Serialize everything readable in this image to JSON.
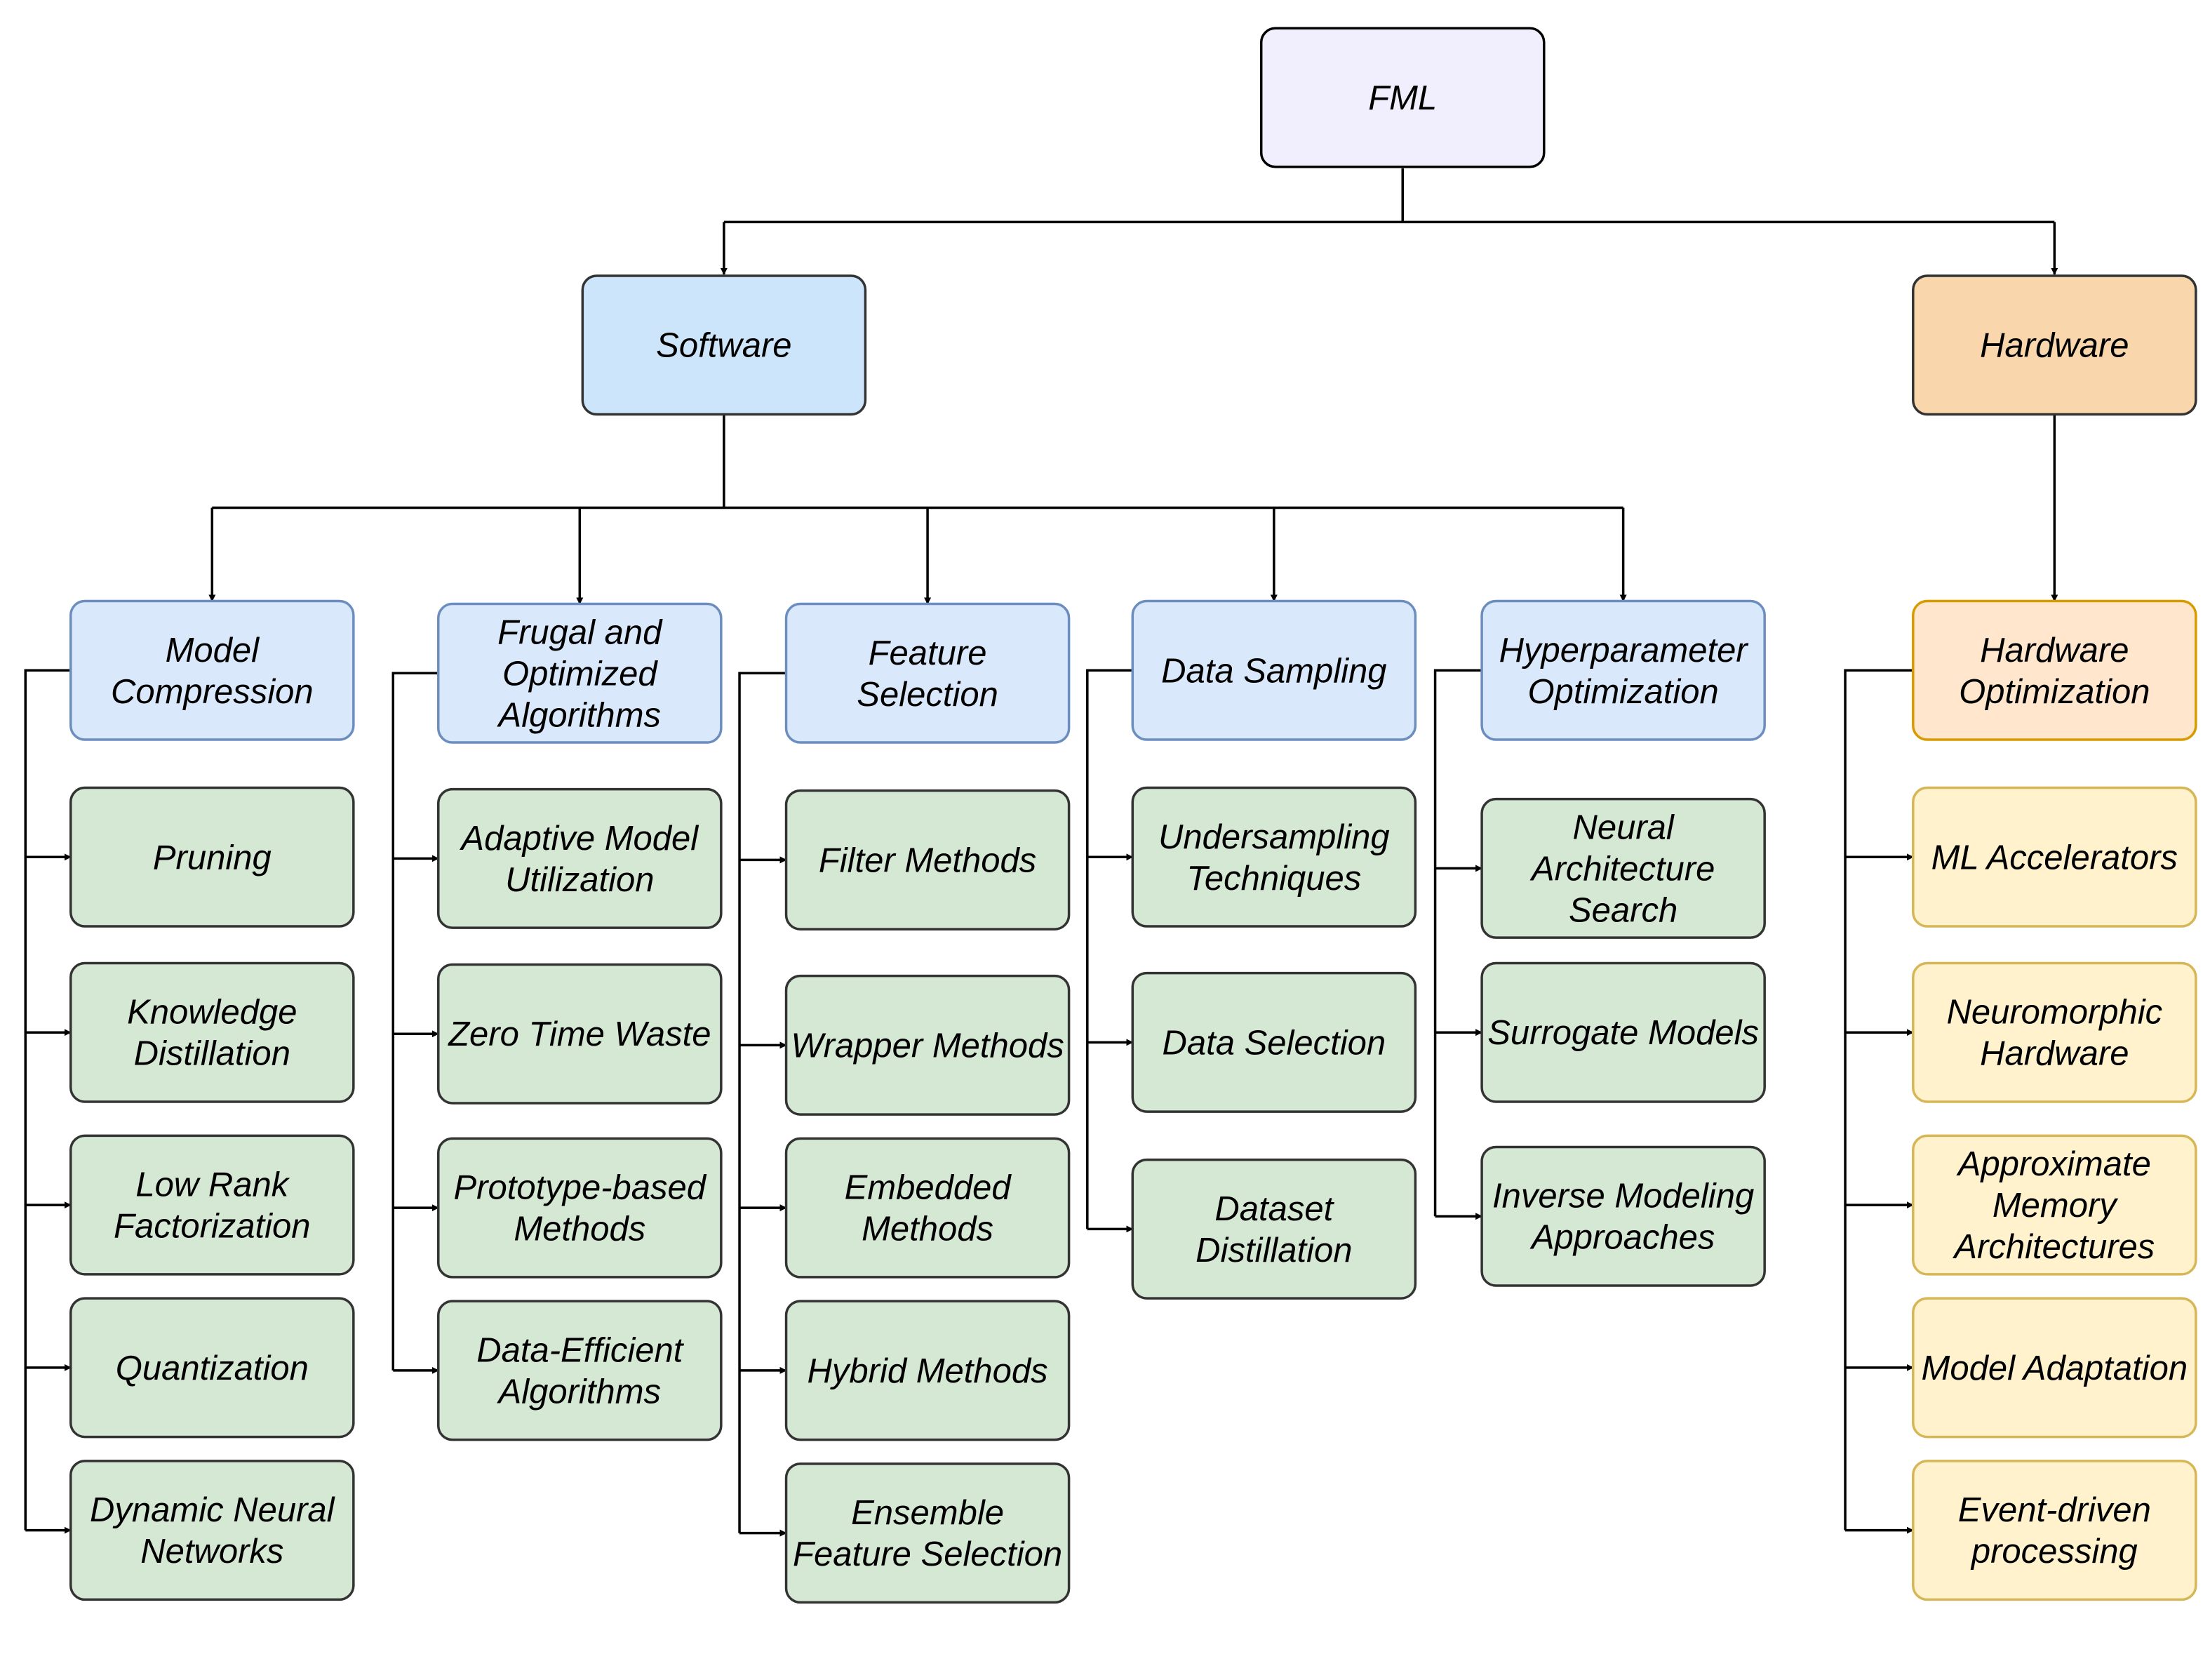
{
  "colors": {
    "root_fill": "#f1effd",
    "software_fill": "#cce5fb",
    "hardware_fill": "#f9d6ab",
    "category_sw_fill": "#dae8fc",
    "category_sw_stroke": "#6c8ebf",
    "category_hw_fill": "#ffe6cc",
    "category_hw_stroke": "#d79b00",
    "leaf_sw_fill": "#d5e8d4",
    "leaf_hw_fill": "#fff2cc",
    "leaf_hw_stroke": "#d6b656",
    "dark_stroke": "#333333"
  },
  "root": {
    "label": "FML"
  },
  "branches": {
    "software": {
      "label": "Software"
    },
    "hardware": {
      "label": "Hardware"
    }
  },
  "categories": [
    {
      "label": "Model\nCompression",
      "items": [
        "Pruning",
        "Knowledge\nDistillation",
        "Low Rank\nFactorization",
        "Quantization",
        "Dynamic Neural\nNetworks"
      ]
    },
    {
      "label": "Frugal and\nOptimized\nAlgorithms",
      "items": [
        "Adaptive Model\nUtilization",
        "Zero Time Waste",
        "Prototype-based\nMethods",
        "Data-Efficient\nAlgorithms"
      ]
    },
    {
      "label": "Feature\nSelection",
      "items": [
        "Filter Methods",
        "Wrapper Methods",
        "Embedded\nMethods",
        "Hybrid Methods",
        "Ensemble\nFeature Selection"
      ]
    },
    {
      "label": "Data Sampling",
      "items": [
        "Undersampling\nTechniques",
        "Data Selection",
        "Dataset\nDistillation"
      ]
    },
    {
      "label": "Hyperparameter\nOptimization",
      "items": [
        "Neural\nArchitecture\nSearch",
        "Surrogate Models",
        "Inverse Modeling\nApproaches"
      ]
    },
    {
      "label": "Hardware\nOptimization",
      "items": [
        "ML Accelerators",
        "Neuromorphic\nHardware",
        "Approximate\nMemory\nArchitectures",
        "Model Adaptation",
        "Event-driven\nprocessing"
      ]
    }
  ]
}
